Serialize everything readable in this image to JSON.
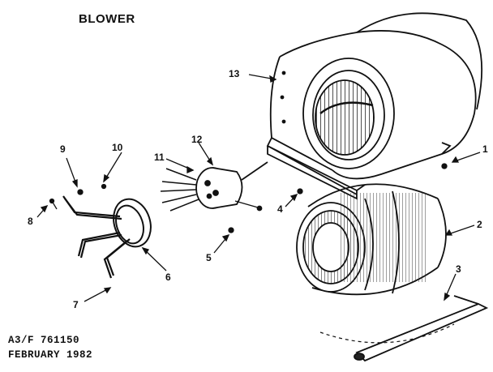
{
  "diagram": {
    "title": "BLOWER",
    "footer": {
      "line1": "A3/F 761150",
      "line2": "FEBRUARY 1982"
    },
    "callouts": [
      "1",
      "2",
      "3",
      "4",
      "5",
      "6",
      "7",
      "8",
      "9",
      "10",
      "11",
      "12",
      "13"
    ]
  }
}
